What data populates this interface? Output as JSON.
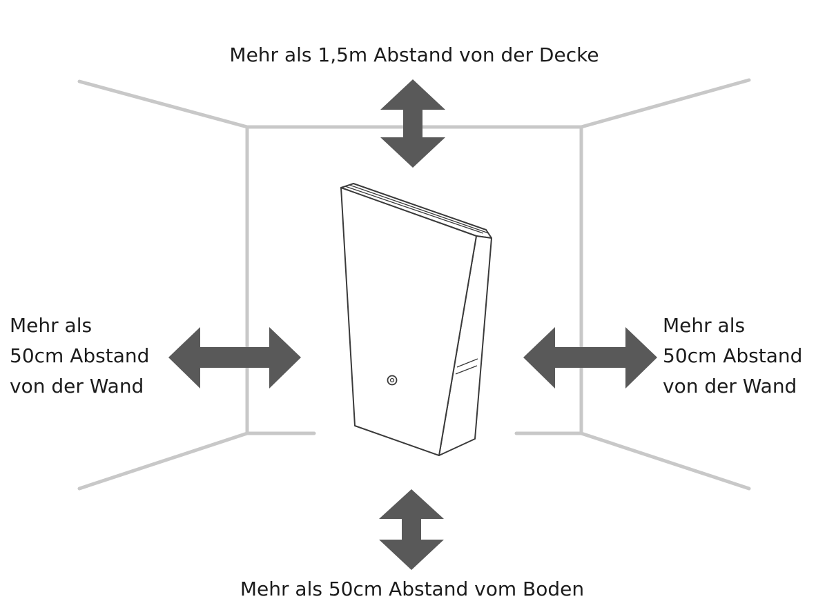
{
  "labels": {
    "top": "Mehr als 1,5m Abstand von der Decke",
    "bottom": "Mehr als 50cm Abstand vom Boden",
    "left": [
      "Mehr als",
      "50cm Abstand",
      "von der Wand"
    ],
    "right": [
      "Mehr als",
      "50cm Abstand",
      "von der Wand"
    ]
  },
  "colors": {
    "room_lines": "#c8c8c8",
    "arrows": "#595959",
    "device_outline": "#3a3a3a",
    "background": "#ffffff"
  },
  "icons": {
    "device": "router-device-icon",
    "arrows": "double-arrow-icon"
  }
}
